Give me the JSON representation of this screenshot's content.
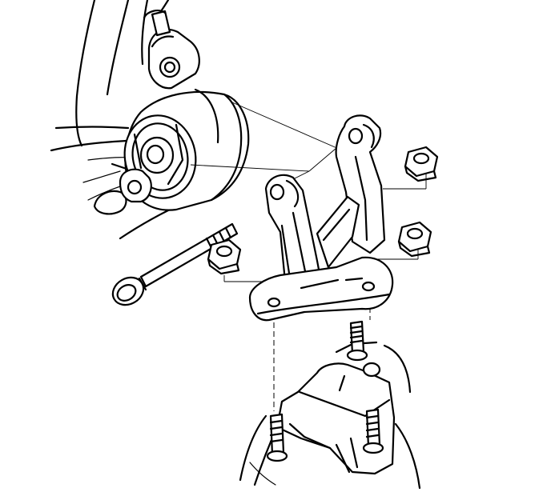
{
  "diagram": {
    "subject": "engine-mount-bracket-exploded-view",
    "parts": [
      {
        "id": "mount-insulator",
        "icon": "rubber-mount-icon"
      },
      {
        "id": "bracket",
        "icon": "bracket-icon"
      },
      {
        "id": "through-bolt",
        "icon": "bolt-icon"
      },
      {
        "id": "nut-upper",
        "icon": "hex-nut-icon"
      },
      {
        "id": "nut-middle",
        "icon": "hex-nut-icon"
      },
      {
        "id": "nut-left",
        "icon": "hex-nut-icon"
      },
      {
        "id": "studs",
        "icon": "stud-icon"
      },
      {
        "id": "engine-block",
        "icon": "engine-block-icon"
      }
    ],
    "colors": {
      "line": "#000000",
      "background": "#ffffff"
    }
  }
}
